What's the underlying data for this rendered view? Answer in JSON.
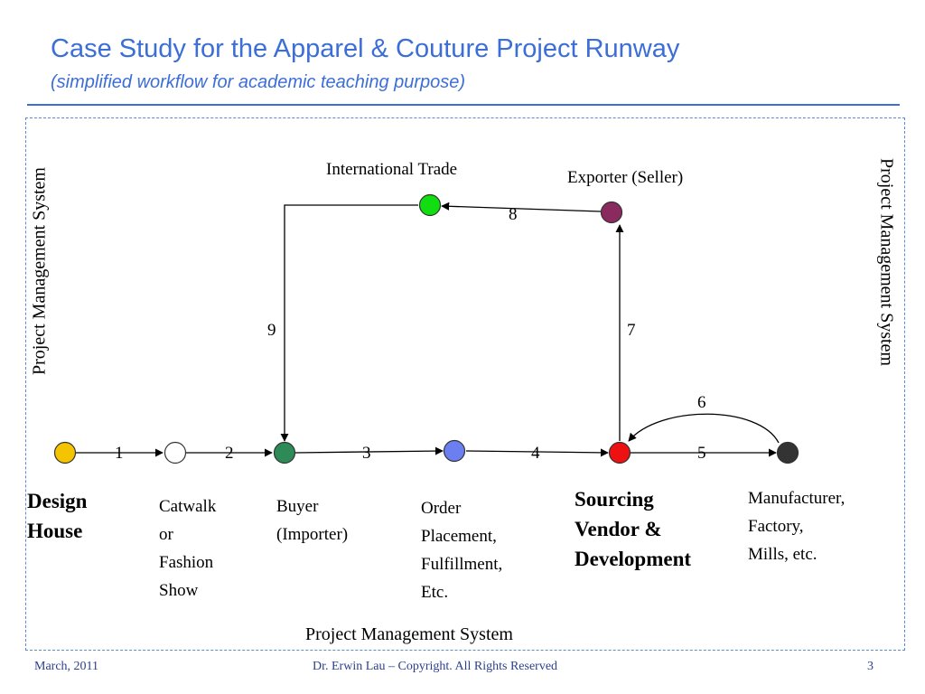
{
  "header": {
    "title": "Case Study for the Apparel & Couture Project Runway",
    "subtitle": "(simplified workflow for academic teaching purpose)"
  },
  "side_labels": {
    "left": "Project Management System",
    "right": "Project Management System",
    "bottom": "Project Management System"
  },
  "nodes": {
    "design_house": {
      "line1": "Design",
      "line2": "House",
      "color": "#f5c400"
    },
    "catwalk": {
      "line1": "Catwalk",
      "line2": "or",
      "line3": "Fashion",
      "line4": "Show",
      "color": "#ffffff"
    },
    "buyer": {
      "line1": "Buyer",
      "line2": "(Importer)",
      "color": "#2e8b57"
    },
    "order": {
      "line1": "Order",
      "line2": "Placement,",
      "line3": "Fulfillment,",
      "line4": "Etc.",
      "color": "#6b7ff0"
    },
    "sourcing": {
      "line1": "Sourcing",
      "line2": "Vendor &",
      "line3": "Development",
      "color": "#ee1111"
    },
    "manufacturer": {
      "line1": "Manufacturer,",
      "line2": "Factory,",
      "line3": "Mills, etc.",
      "color": "#333333"
    },
    "exporter": {
      "label": "Exporter (Seller)",
      "color": "#8b2a5e"
    },
    "trade": {
      "label": "International Trade",
      "color": "#11dd11"
    }
  },
  "steps": [
    "1",
    "2",
    "3",
    "4",
    "5",
    "6",
    "7",
    "8",
    "9"
  ],
  "footer": {
    "date": "March, 2011",
    "copyright": "Dr. Erwin Lau – Copyright.  All Rights Reserved",
    "page": "3"
  }
}
